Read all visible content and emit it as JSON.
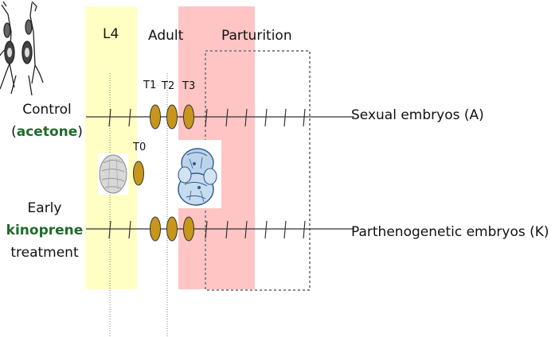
{
  "regions": {
    "l4": "L4",
    "adult": "Adult",
    "parturition": "Parturition"
  },
  "timepoints": {
    "t0": "T0",
    "t1": "T1",
    "t2": "T2",
    "t3": "T3"
  },
  "conditions": {
    "control": {
      "line1": "Control",
      "open_paren": "(",
      "treatment": "acetone",
      "close_paren": ")"
    },
    "early": {
      "line1": "Early",
      "treatment": "kinoprene",
      "line3": "treatment"
    }
  },
  "outcomes": {
    "sexual": "Sexual embryos (A)",
    "parthenogenetic": "Parthenogenetic embryos (K)"
  },
  "colors": {
    "l4_band": "#ffffc4",
    "parturition_band": "#ffc4c4",
    "oval_fill": "#c8961b",
    "treatment_green": "#1f6b2c"
  },
  "icons": [
    "aphid-sketch-icon",
    "embryo-round-icon",
    "embryo-cluster-icon"
  ]
}
